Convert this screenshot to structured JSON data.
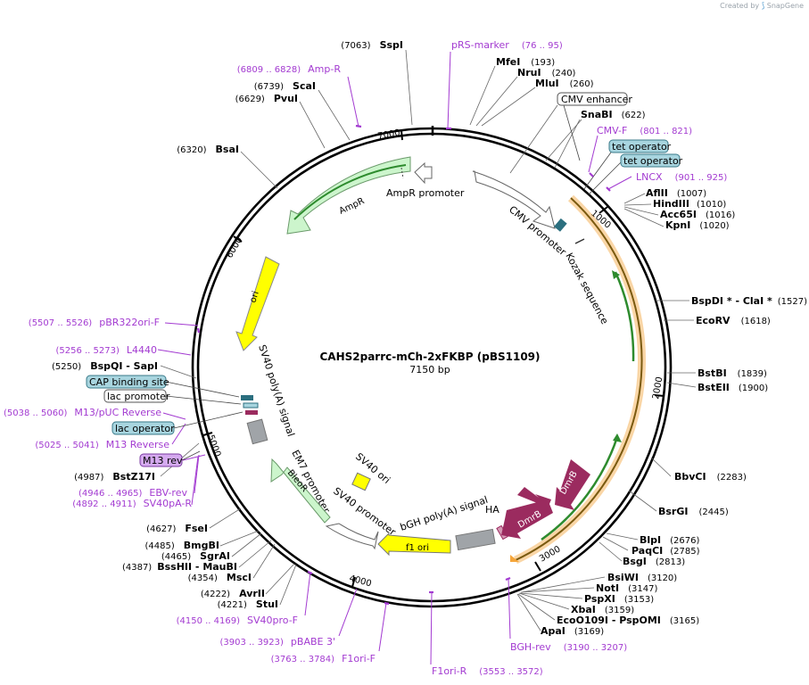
{
  "brand": {
    "created_by": "Created by",
    "logo": "SnapGene"
  },
  "title": "CAHS2parrc-mCh-2xFKBP (pBS1109)",
  "subtitle": "7150 bp",
  "ticks": [
    "1000",
    "2000",
    "3000",
    "4000",
    "5000",
    "6000",
    "7000"
  ],
  "features": {
    "ampr": "AmpR",
    "ampr_promoter": "AmpR promoter",
    "ori": "ori",
    "sv40_polya": "SV40 poly(A) signal",
    "cmv_promoter": "CMV promoter",
    "kozak": "Kozak sequence",
    "em7": "EM7 promoter",
    "bleor": "BleoR",
    "sv40_ori": "SV40 ori",
    "sv40_promoter": "SV40 promoter",
    "bgh": "bGH poly(A) signal",
    "f1ori": "f1 ori",
    "ha": "HA",
    "dmrb1": "DmrB",
    "dmrb2": "DmrB"
  },
  "boxed": {
    "cmv_enhancer": "CMV enhancer",
    "tet1": "tet operator",
    "tet2": "tet operator",
    "cap": "CAP binding site",
    "lac_promoter": "lac promoter",
    "lac_operator": "lac operator",
    "m13rev": "M13 rev"
  },
  "left_labels": [
    {
      "pos": "(7063)",
      "name": "SspI"
    },
    {
      "pos": "(6739)",
      "name": "ScaI"
    },
    {
      "pos": "(6629)",
      "name": "PvuI"
    },
    {
      "pos": "(6320)",
      "name": "BsaI"
    },
    {
      "pos": "(5250)",
      "name": "BspQI   - SapI"
    },
    {
      "pos": "(4987)",
      "name": "BstZ17I"
    },
    {
      "pos": "(4627)",
      "name": "FseI"
    },
    {
      "pos": "(4485)",
      "name": "BmgBI"
    },
    {
      "pos": "(4465)",
      "name": "SgrAI"
    },
    {
      "pos": "(4387)",
      "name": "BssHII   - MauBI"
    },
    {
      "pos": "(4354)",
      "name": "MscI"
    },
    {
      "pos": "(4222)",
      "name": "AvrII"
    },
    {
      "pos": "(4221)",
      "name": "StuI"
    }
  ],
  "right_labels": [
    {
      "name": "MfeI",
      "pos": "(193)"
    },
    {
      "name": "NruI",
      "pos": "(240)"
    },
    {
      "name": "MluI",
      "pos": "(260)"
    },
    {
      "name": "SnaBI",
      "pos": "(622)"
    },
    {
      "name": "AflII",
      "pos": "(1007)"
    },
    {
      "name": "HindIII",
      "pos": "(1010)"
    },
    {
      "name": "Acc65I",
      "pos": "(1016)"
    },
    {
      "name": "KpnI",
      "pos": "(1020)"
    },
    {
      "name": "BspDI *  - ClaI *",
      "pos": "(1527)"
    },
    {
      "name": "EcoRV",
      "pos": "(1618)"
    },
    {
      "name": "BstBI",
      "pos": "(1839)"
    },
    {
      "name": "BstEII",
      "pos": "(1900)"
    },
    {
      "name": "BbvCI",
      "pos": "(2283)"
    },
    {
      "name": "BsrGI",
      "pos": "(2445)"
    },
    {
      "name": "BlpI",
      "pos": "(2676)"
    },
    {
      "name": "PaqCI",
      "pos": "(2785)"
    },
    {
      "name": "BsgI",
      "pos": "(2813)"
    },
    {
      "name": "BsiWI",
      "pos": "(3120)"
    },
    {
      "name": "NotI",
      "pos": "(3147)"
    },
    {
      "name": "PspXI",
      "pos": "(3153)"
    },
    {
      "name": "XbaI",
      "pos": "(3159)"
    },
    {
      "name": "EcoO109I   - PspOMI",
      "pos": "(3165)"
    },
    {
      "name": "ApaI",
      "pos": "(3169)"
    }
  ],
  "primers": {
    "prs": {
      "name": "pRS-marker",
      "pos": "(76 .. 95)"
    },
    "ampr": {
      "name": "Amp-R",
      "pos": "(6809 .. 6828)"
    },
    "cmvf": {
      "name": "CMV-F",
      "pos": "(801 .. 821)"
    },
    "lncx": {
      "name": "LNCX",
      "pos": "(901 .. 925)"
    },
    "pbr": {
      "name": "pBR322ori-F",
      "pos": "(5507 .. 5526)"
    },
    "l4440": {
      "name": "L4440",
      "pos": "(5256 .. 5273)"
    },
    "m13puc": {
      "name": "M13/pUC Reverse",
      "pos": "(5038 .. 5060)"
    },
    "m13rev": {
      "name": "M13 Reverse",
      "pos": "(5025 .. 5041)"
    },
    "ebv": {
      "name": "EBV-rev",
      "pos": "(4946 .. 4965)"
    },
    "sv40pa": {
      "name": "SV40pA-R",
      "pos": "(4892 .. 4911)"
    },
    "sv40pro": {
      "name": "SV40pro-F",
      "pos": "(4150 .. 4169)"
    },
    "pbabe": {
      "name": "pBABE 3'",
      "pos": "(3903 .. 3923)"
    },
    "f1orif": {
      "name": "F1ori-F",
      "pos": "(3763 .. 3784)"
    },
    "f1orir": {
      "name": "F1ori-R",
      "pos": "(3553 .. 3572)"
    },
    "bghrev": {
      "name": "BGH-rev",
      "pos": "(3190 .. 3207)"
    }
  },
  "colors": {
    "ampr": "#ccf5cc",
    "ori": "#ffff00",
    "yellow": "#ffff00",
    "grey": "#a0a4a8",
    "dmrb": "#9b2b5f",
    "teal": "#2b6f7f",
    "boxed": "#a8d5df",
    "m13": "#d5aaf0",
    "primer": "#a33bd1",
    "orange": "#f5a53a",
    "green": "#2e8b2e"
  }
}
